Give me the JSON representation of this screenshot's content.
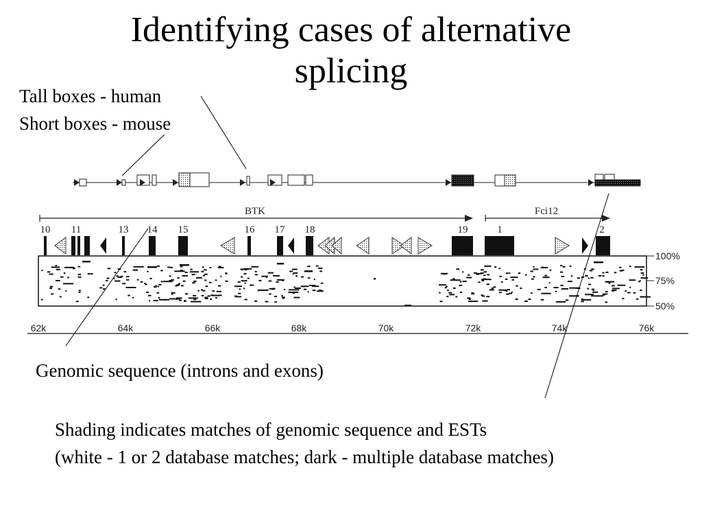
{
  "slide": {
    "title_line1": "Identifying cases of alternative",
    "title_line2": "splicing",
    "boxes_note": [
      "Tall boxes - human",
      "Short boxes - mouse"
    ],
    "genomic_note": "Genomic sequence (introns and exons)",
    "shading_note": [
      "Shading indicates matches of genomic sequence and ESTs",
      "(white - 1 or 2 database matches; dark - multiple database matches)"
    ]
  },
  "figure": {
    "genes": [
      {
        "name": "BTK",
        "start": 62.3,
        "end": 72.1
      },
      {
        "name": "Fci12",
        "start": 72.3,
        "end": 75.3
      }
    ],
    "exon_labels": [
      "10",
      "11",
      "13",
      "14",
      "15",
      "16",
      "17",
      "18",
      "19",
      "1",
      "2"
    ],
    "identity_ticks": [
      "100%",
      "75%",
      "50%"
    ],
    "position_ticks": [
      "62k",
      "64k",
      "66k",
      "68k",
      "70k",
      "72k",
      "74k",
      "76k"
    ]
  },
  "colors": {
    "ink": "#222222",
    "text": "#000000",
    "background": "#ffffff"
  }
}
